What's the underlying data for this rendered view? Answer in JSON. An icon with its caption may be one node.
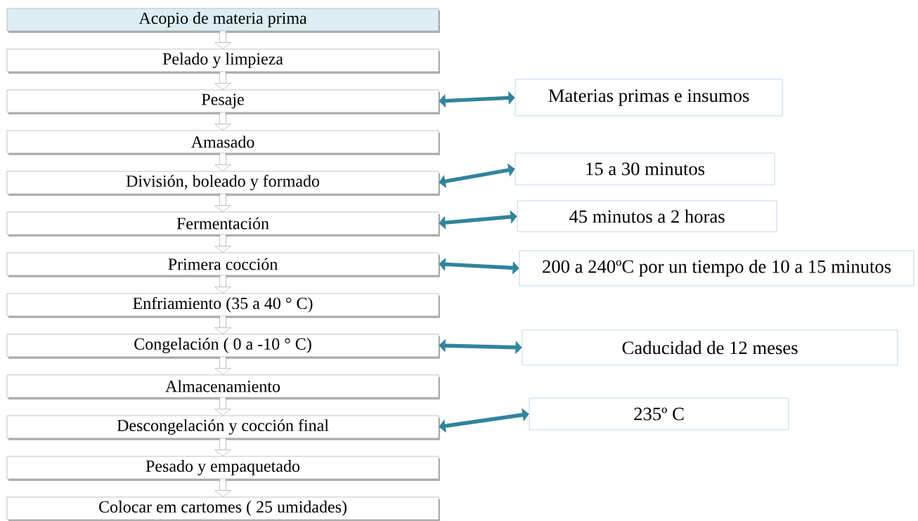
{
  "diagram": {
    "nodes": [
      {
        "text": [
          "Acopio de materia prima"
        ]
      },
      {
        "text": [
          "Pelado y limpieza"
        ]
      },
      {
        "text": [
          "Pesaje"
        ]
      },
      {
        "text": [
          "Amasado"
        ]
      },
      {
        "text": [
          "División, boleado y formado"
        ]
      },
      {
        "text": [
          "Fermentación"
        ]
      },
      {
        "text": [
          "Primera cocción"
        ]
      },
      {
        "text": [
          "Enfriamiento (35 a 40 ° C)"
        ]
      },
      {
        "text": [
          "Congelación ( 0 a -10 ° C)"
        ]
      },
      {
        "text": [
          "Almacenamiento"
        ]
      },
      {
        "text": [
          "Descongelación y cocción final"
        ]
      },
      {
        "text": [
          "Pesado y empaquetado"
        ]
      },
      {
        "text": [
          "Colocar em cartomes ( 25 umidades)"
        ]
      },
      {
        "text": [
          "Materias primas e insumos"
        ]
      },
      {
        "text": [
          "15 a 30 minutos"
        ]
      },
      {
        "text": [
          "45 minutos a 2 horas"
        ]
      },
      {
        "text": [
          "200 a 240ºC por un tiempo de 10 a 15 minutos"
        ]
      },
      {
        "text": [
          "Caducidad de 12 meses"
        ]
      },
      {
        "text": [
          "235º C"
        ]
      }
    ],
    "edges": [
      {
        "from": 0,
        "to": 1,
        "arrow": "to"
      },
      {
        "from": 1,
        "to": 2,
        "arrow": "to"
      },
      {
        "from": 2,
        "to": 3,
        "arrow": "to"
      },
      {
        "from": 3,
        "to": 4,
        "arrow": "to"
      },
      {
        "from": 4,
        "to": 5,
        "arrow": "to"
      },
      {
        "from": 5,
        "to": 6,
        "arrow": "to"
      },
      {
        "from": 6,
        "to": 7,
        "arrow": "to"
      },
      {
        "from": 7,
        "to": 8,
        "arrow": "to"
      },
      {
        "from": 8,
        "to": 9,
        "arrow": "to"
      },
      {
        "from": 9,
        "to": 10,
        "arrow": "to"
      },
      {
        "from": 10,
        "to": 11,
        "arrow": "to"
      },
      {
        "from": 11,
        "to": 12,
        "arrow": "to"
      },
      {
        "from": 2,
        "to": 13,
        "arrow": "both",
        "color": "#31849b"
      },
      {
        "from": 4,
        "to": 14,
        "arrow": "both",
        "color": "#31849b"
      },
      {
        "from": 5,
        "to": 15,
        "arrow": "both",
        "color": "#31849b"
      },
      {
        "from": 6,
        "to": 16,
        "arrow": "both",
        "color": "#31849b"
      },
      {
        "from": 8,
        "to": 17,
        "arrow": "both",
        "color": "#31849b"
      },
      {
        "from": 10,
        "to": 18,
        "arrow": "both",
        "color": "#31849b"
      }
    ]
  }
}
